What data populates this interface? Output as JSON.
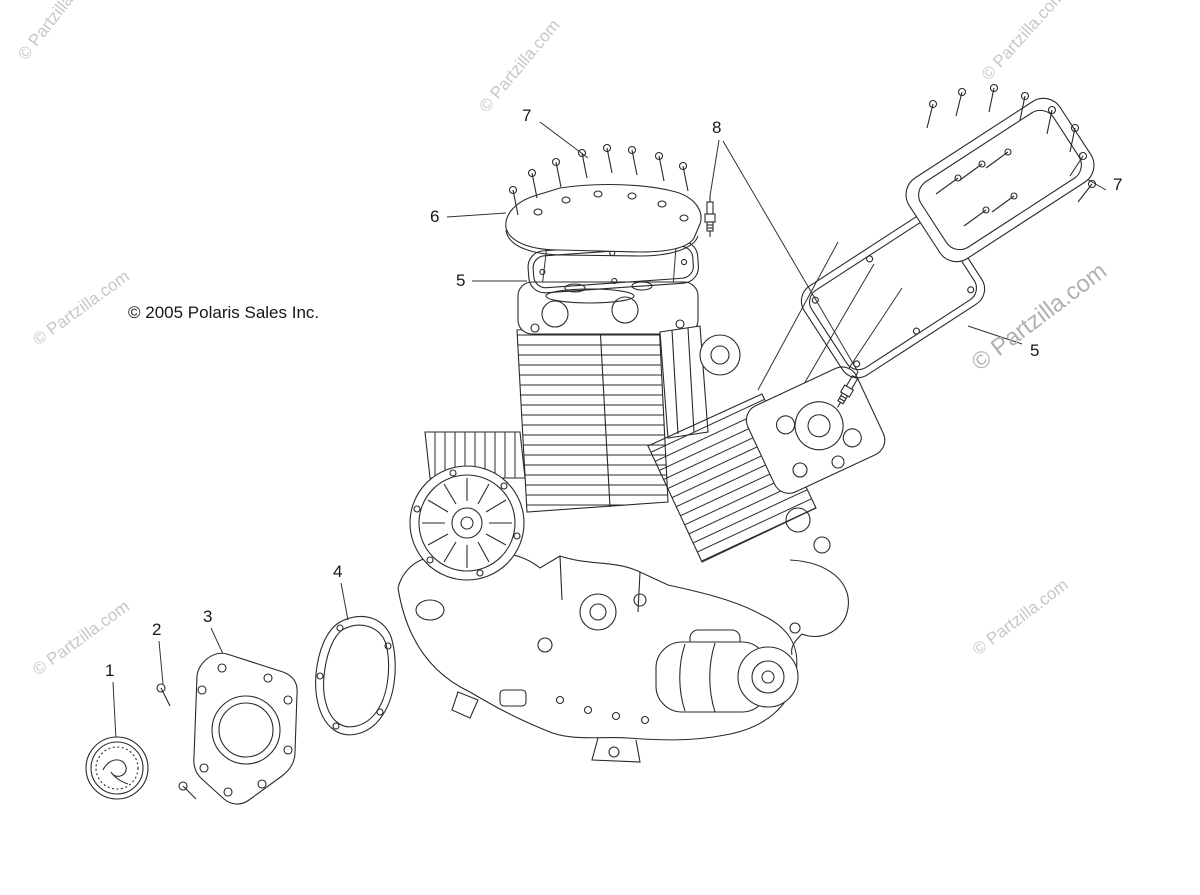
{
  "diagram": {
    "copyright": "© 2005 Polaris Sales Inc.",
    "watermark_text": "© Partzilla.com",
    "callouts": [
      {
        "id": "7-top",
        "label": "7"
      },
      {
        "id": "8",
        "label": "8"
      },
      {
        "id": "6",
        "label": "6"
      },
      {
        "id": "5-left",
        "label": "5"
      },
      {
        "id": "7-right",
        "label": "7"
      },
      {
        "id": "5-right",
        "label": "5"
      },
      {
        "id": "4",
        "label": "4"
      },
      {
        "id": "3",
        "label": "3"
      },
      {
        "id": "2",
        "label": "2"
      },
      {
        "id": "1",
        "label": "1"
      }
    ],
    "colors": {
      "line": "#2a2a2a",
      "watermark": "#c7c7c7",
      "watermark_strong": "#b1b1b1",
      "text": "#161616"
    }
  }
}
